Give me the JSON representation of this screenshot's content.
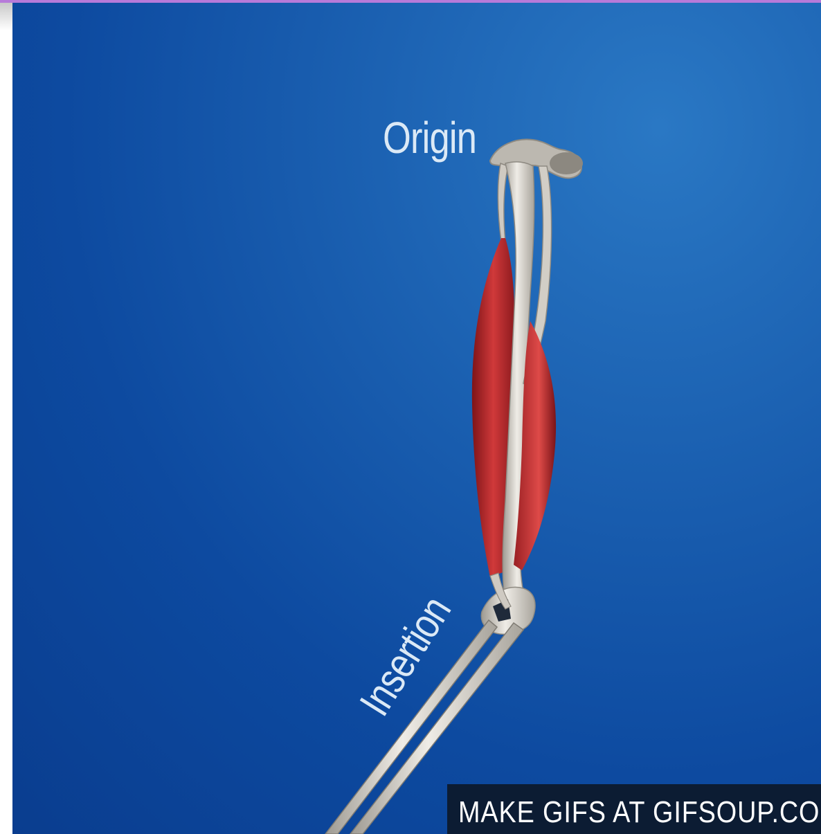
{
  "labels": {
    "origin": "Origin",
    "insertion": "Insertion"
  },
  "watermark": {
    "text": "MAKE GIFS AT GIFSOUP.COM"
  },
  "colors": {
    "background": "#0d4aa0",
    "muscle": "#c0282a",
    "bone": "#d8d4cc",
    "label_text": "#dbe9f6",
    "accent_top": "#b77ad9"
  }
}
